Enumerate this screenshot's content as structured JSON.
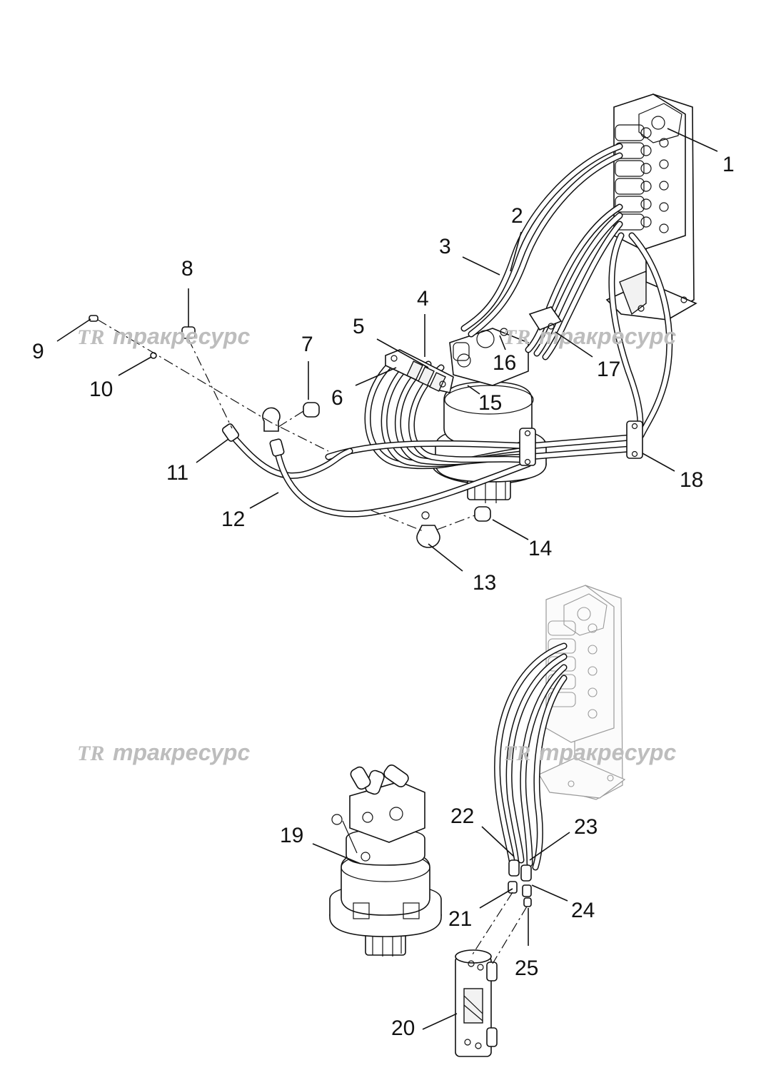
{
  "watermark": {
    "logo": "TR",
    "text": "тракресурс"
  },
  "callouts": [
    "1",
    "2",
    "3",
    "4",
    "5",
    "6",
    "7",
    "8",
    "9",
    "10",
    "11",
    "12",
    "13",
    "14",
    "15",
    "16",
    "17",
    "18",
    "19",
    "20",
    "21",
    "22",
    "23",
    "24",
    "25"
  ]
}
